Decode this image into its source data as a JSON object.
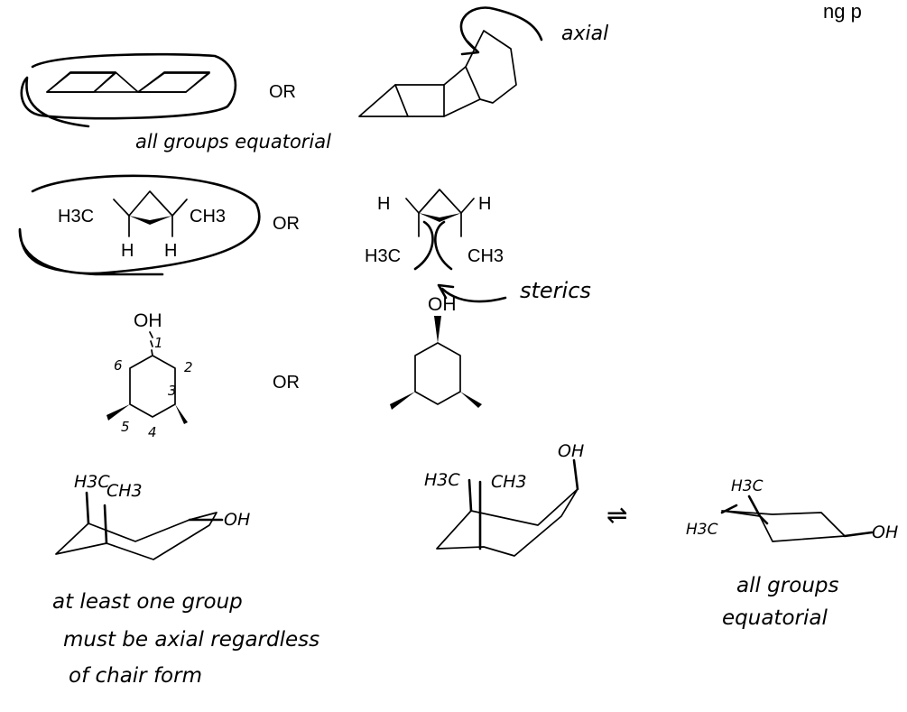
{
  "header_clip": "ng p",
  "row1": {
    "or": "OR",
    "left_caption": "all groups equatorial",
    "right_note": "axial"
  },
  "row2": {
    "or": "OR",
    "left": {
      "sub_left": "H3C",
      "sub_right": "CH3",
      "h_left": "H",
      "h_right": "H"
    },
    "right": {
      "h_left": "H",
      "h_right": "H",
      "sub_left": "H3C",
      "sub_right": "CH3"
    },
    "note": "sterics"
  },
  "row3": {
    "or": "OR",
    "left_oh": "OH",
    "right_oh": "OH",
    "numbers": [
      "1",
      "2",
      "3",
      "4",
      "5",
      "6"
    ]
  },
  "row4": {
    "left": {
      "label_me1": "H3C",
      "label_me2": "CH3",
      "label_oh": "OH"
    },
    "middle": {
      "label_me1": "H3C",
      "label_me2": "CH3",
      "label_oh": "OH"
    },
    "equilibrium": "⇌",
    "right": {
      "label_me1": "H3C",
      "label_me2": "H3C",
      "label_oh": "OH"
    },
    "left_caption_lines": [
      "at least one group",
      "must be axial regardless",
      "of chair form"
    ],
    "right_caption_lines": [
      "all groups",
      "equatorial"
    ]
  }
}
